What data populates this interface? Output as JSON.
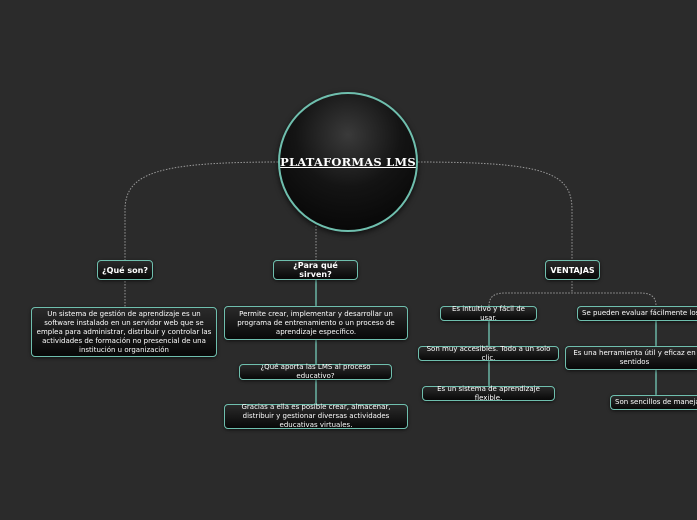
{
  "colors": {
    "background": "#2b2b2b",
    "node_border": "#6fbfae",
    "solid_connector": "#6fbfae",
    "dotted_connector": "#9a9a9a",
    "text": "#ffffff"
  },
  "central": {
    "label": "PLATAFORMAS LMS"
  },
  "branches": {
    "que_son": {
      "label": "¿Qué son?",
      "children": [
        "Un sistema de gestión de aprendizaje es un software instalado en un servidor web que se emplea para administrar, distribuir y controlar las actividades de formación no presencial de una institución u organización"
      ]
    },
    "para_que": {
      "label": "¿Para qué sirven?",
      "children": [
        "Permite crear, implementar y desarrollar un programa de entrenamiento o un proceso de aprendizaje específico.",
        "¿Qué aporta las LMS al proceso educativo?",
        "Gracias a ella es posible crear, almacenar, distribuir y gestionar diversas actividades educativas virtuales."
      ]
    },
    "ventajas": {
      "label": "VENTAJAS",
      "left_children": [
        "Es intuitivo y fácil de usar.",
        "Son muy accesibles. Todo a un solo clic.",
        "Es un sistema de aprendizaje flexible."
      ],
      "right_children": [
        "Se pueden evaluar fácilmente los r",
        "Es una herramienta útil y eficaz en sentidos",
        "Son sencillos de manejar"
      ]
    }
  }
}
